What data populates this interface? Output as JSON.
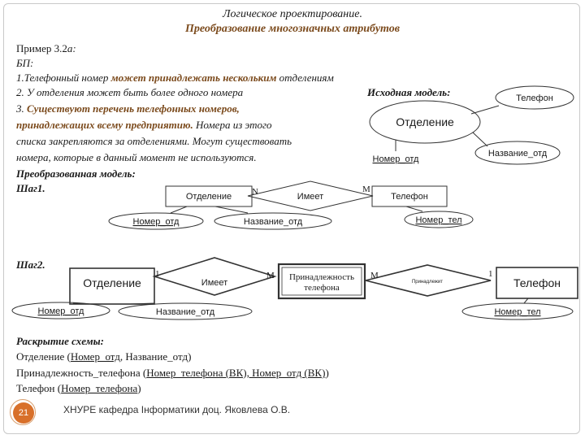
{
  "title": {
    "line1": "Логическое проектирование.",
    "line2": "Преобразование многозначных атрибутов"
  },
  "text": {
    "example_prefix": "Пример 3.2",
    "example_suffix": "а:",
    "bp": "БП:",
    "rule1_start": "1.Телефонный номер ",
    "rule1_hl": "может принадлежать нескольким",
    "rule1_end": " отделениям",
    "rule2": "2. У отделения может быть более одного номера",
    "source_model": "Исходная модель:",
    "rule3_start": "3. ",
    "rule3_hl1": "Существуют перечень телефонных номеров,",
    "rule3_hl2": "принадлежащих всему предприятию.",
    "rule3_end": " Номера из этого",
    "rule3_line3": "списка закрепляются за отделениями. Могут существовать",
    "rule3_line4": "номера, которые в данный момент не используются.",
    "transformed": "Преобразованная модель:",
    "step1": "Шаг1.",
    "step2": "Шаг2."
  },
  "source_model": {
    "entity": "Отделение",
    "multi_attr": "Телефон",
    "attr_name": "Название_отд",
    "attr_key": "Номер_отд"
  },
  "step1": {
    "entity1": "Отделение",
    "relation": "Имеет",
    "entity2": "Телефон",
    "card_left": "N",
    "card_right": "M",
    "attr1": "Номер_отд",
    "attr2": "Название_отд",
    "attr3": "Номер_тел"
  },
  "step2": {
    "entity1": "Отделение",
    "relation1": "Имеет",
    "assoc_entity_line1": "Принадлежность",
    "assoc_entity_line2": "телефона",
    "relation2": "Принадлежит",
    "entity2": "Телефон",
    "card1": "1",
    "card2": "M",
    "card3": "M",
    "card4": "1",
    "attr1": "Номер_отд",
    "attr2": "Название_отд",
    "attr3": "Номер_тел"
  },
  "schema": {
    "heading": "Раскрытие схемы:",
    "line1_start": "Отделение (",
    "line1_key": "Номер_отд",
    "line1_end": ", Название_отд)",
    "line2_start": "Принадлежность_телефона (",
    "line2_key": "Номер_телефона (ВК), Номер_отд (ВК)",
    "line2_end": ")",
    "line3_start": "Телефон (",
    "line3_key": "Номер_телефона",
    "line3_end": ")"
  },
  "footer": {
    "page_number": "21",
    "text": "ХНУРЕ кафедра Інформатики доц. Яковлева О.В."
  },
  "colors": {
    "highlight": "#7b4a1c",
    "badge": "#d8702a"
  }
}
